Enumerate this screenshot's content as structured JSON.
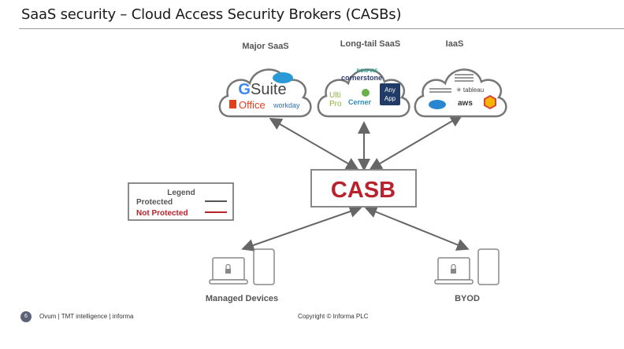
{
  "slide": {
    "title": "SaaS security – Cloud Access Security Brokers (CASBs)",
    "page_number": "6",
    "footer_left": "Ovum | TMT intelligence | informa",
    "footer_copyright": "Copyright © Informa PLC"
  },
  "diagram": {
    "clouds": [
      {
        "label": "Major SaaS",
        "logos": [
          "salesforce",
          "G Suite",
          "Office",
          "workday"
        ]
      },
      {
        "label": "Long-tail SaaS",
        "logos": [
          "BONFIRE",
          "cornerstone",
          "Ulti Pro",
          "Cerner",
          "Any App"
        ]
      },
      {
        "label": "IaaS",
        "logos": [
          "tableau",
          "aws"
        ]
      }
    ],
    "center": {
      "label": "CASB",
      "color": "#b8222d"
    },
    "devices": [
      {
        "label": "Managed Devices"
      },
      {
        "label": "BYOD"
      }
    ],
    "legend": {
      "title": "Legend",
      "items": [
        {
          "label": "Protected",
          "color": "#555555"
        },
        {
          "label": "Not Protected",
          "color": "#b8222d"
        }
      ]
    }
  }
}
